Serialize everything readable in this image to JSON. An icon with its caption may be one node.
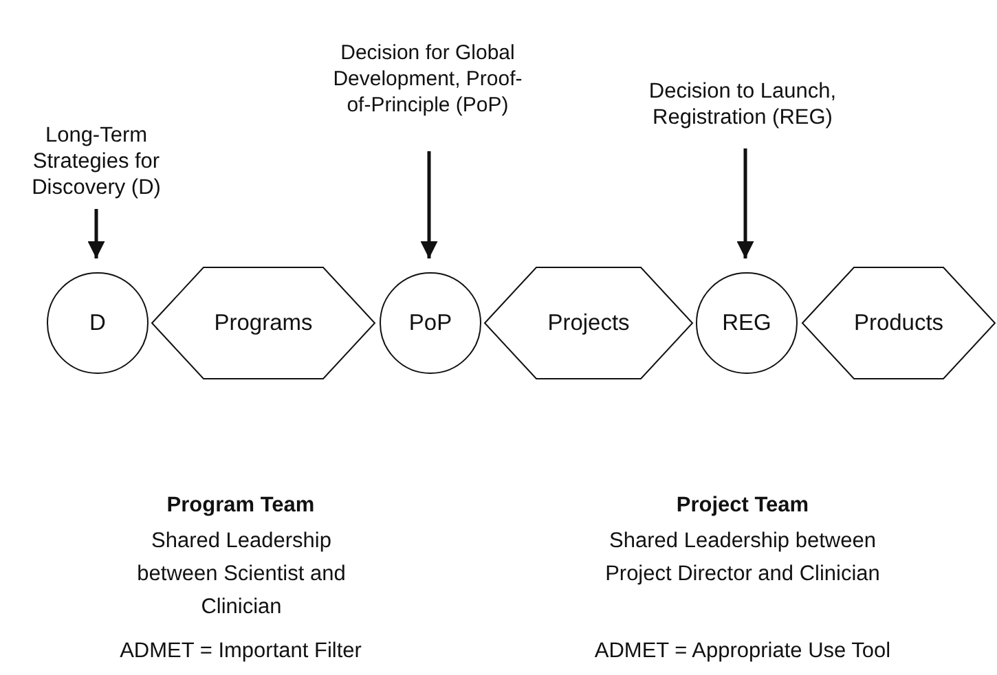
{
  "diagram": {
    "nodes": [
      {
        "text": [
          "Long-Term Strategies for Discovery (D)"
        ]
      },
      {
        "text": [
          "Decision for Global Development, Proof-of-Principle (PoP)"
        ]
      },
      {
        "text": [
          "Decision to Launch, Registration (REG)"
        ]
      },
      {
        "text": [
          "D"
        ]
      },
      {
        "text": [
          "Programs"
        ]
      },
      {
        "text": [
          "PoP"
        ]
      },
      {
        "text": [
          "Projects"
        ]
      },
      {
        "text": [
          "REG"
        ]
      },
      {
        "text": [
          "Products"
        ]
      }
    ],
    "edges": [
      {
        "from": 0,
        "to": 3,
        "arrow": "to"
      },
      {
        "from": 1,
        "to": 5,
        "arrow": "to"
      },
      {
        "from": 2,
        "to": 7,
        "arrow": "to"
      }
    ],
    "labels": [
      "Program Team",
      "Project Team",
      "Shared Leadership between Scientist and Clinician",
      "Shared Leadership between Project Director and Clinician",
      "ADMET = Important Filter",
      "ADMET = Appropriate Use Tool"
    ]
  }
}
